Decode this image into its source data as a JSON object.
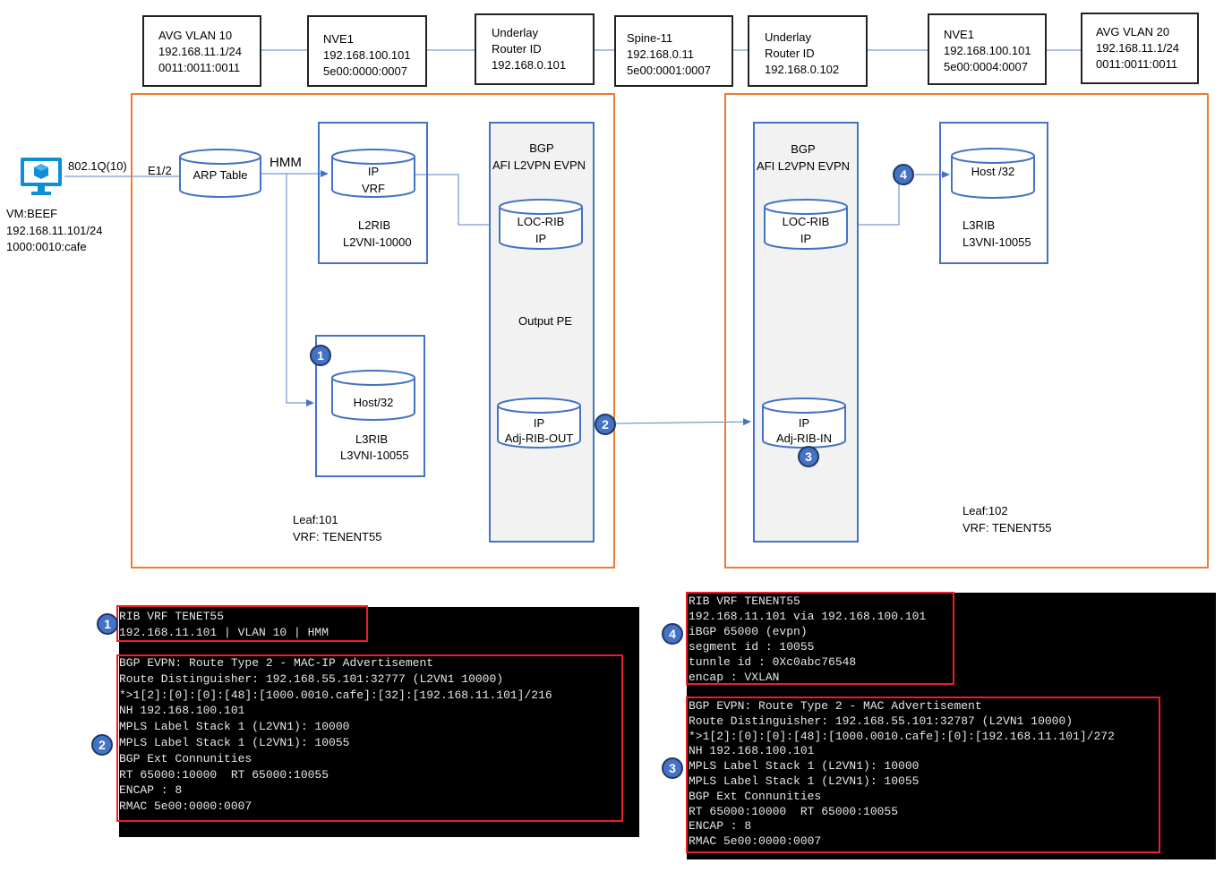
{
  "top_boxes": [
    [
      "AVG VLAN 10",
      "192.168.11.1/24",
      "0011:0011:0011"
    ],
    [
      "NVE1",
      "192.168.100.101",
      "5e00:0000:0007"
    ],
    [
      "Underlay",
      "Router ID",
      "192.168.0.101"
    ],
    [
      "Spine-11",
      "192.168.0.11",
      "5e00:0001:0007"
    ],
    [
      "Underlay",
      "Router ID",
      "192.168.0.102"
    ],
    [
      "NVE1",
      "192.168.100.101",
      "5e00:0004:0007"
    ],
    [
      "AVG VLAN 20",
      "192.168.11.1/24",
      "0011:0011:0011"
    ]
  ],
  "vm": {
    "link_label": "802.1Q(10)",
    "lines": [
      "VM:BEEF",
      "192.168.11.101/24",
      "1000:0010:cafe"
    ]
  },
  "leaf101": {
    "port_label": "E1/2",
    "hmm_label": "HMM",
    "arp_table": "ARP Table",
    "ip_vrf": [
      "IP",
      "VRF"
    ],
    "l2rib": [
      "L2RIB",
      "L2VNI-10000"
    ],
    "host32": "Host/32",
    "l3rib": [
      "L3RIB",
      "L3VNI-10055"
    ],
    "bgp_title": [
      "BGP",
      "AFI L2VPN EVPN"
    ],
    "loc_rib": [
      "LOC-RIB",
      "IP"
    ],
    "output_pe": "Output PE",
    "adj_rib_out": [
      "IP",
      "Adj-RIB-OUT"
    ],
    "footer": [
      "Leaf:101",
      "VRF: TENENT55"
    ]
  },
  "leaf102": {
    "bgp_title": [
      "BGP",
      "AFI L2VPN EVPN"
    ],
    "loc_rib": [
      "LOC-RIB",
      "IP"
    ],
    "adj_rib_in": [
      "IP",
      "Adj-RIB-IN"
    ],
    "host32": "Host /32",
    "l3rib": [
      "L3RIB",
      "L3VNI-10055"
    ],
    "footer": [
      "Leaf:102",
      "VRF: TENENT55"
    ]
  },
  "badges": {
    "b1": "1",
    "b2": "2",
    "b3": "3",
    "b4": "4",
    "t1": "1",
    "t2": "2",
    "t3": "3",
    "t4": "4"
  },
  "terminal_left": {
    "block1": "RIB VRF TENET55\n192.168.11.101 | VLAN 10 | HMM",
    "block2": "BGP EVPN: Route Type 2 - MAC-IP Advertisement\nRoute Distinguisher: 192.168.55.101:32777 (L2VN1 10000)\n*>1[2]:[0]:[0]:[48]:[1000.0010.cafe]:[32]:[192.168.11.101]/216\nNH 192.168.100.101\nMPLS Label Stack 1 (L2VN1): 10000\nMPLS Label Stack 1 (L2VN1): 10055\nBGP Ext Connunities\nRT 65000:10000  RT 65000:10055\nENCAP : 8\nRMAC 5e00:0000:0007"
  },
  "terminal_right": {
    "block1": "RIB VRF TENENT55\n192.168.11.101 via 192.168.100.101\niBGP 65000 (evpn)\nsegment id : 10055\ntunnle id : 0Xc0abc76548\nencap : VXLAN",
    "block2": "BGP EVPN: Route Type 2 - MAC Advertisement\nRoute Distinguisher: 192.168.55.101:32787 (L2VN1 10000)\n*>1[2]:[0]:[0]:[48]:[1000.0010.cafe]:[0]:[192.168.11.101]/272\nNH 192.168.100.101\nMPLS Label Stack 1 (L2VN1): 10000\nMPLS Label Stack 1 (L2VN1): 10055\nBGP Ext Connunities\nRT 65000:10000  RT 65000:10055\nENCAP : 8\nRMAC 5e00:0000:0007"
  },
  "colors": {
    "leaf_border": "#ed7d31",
    "blue_border": "#4472c4",
    "bgp_fill": "#f2f2f2",
    "badge_fill": "#4472c4",
    "highlight_red": "#e8202a",
    "terminal_bg": "#000000"
  },
  "icons": {
    "vm": "monitor-cube-icon"
  }
}
